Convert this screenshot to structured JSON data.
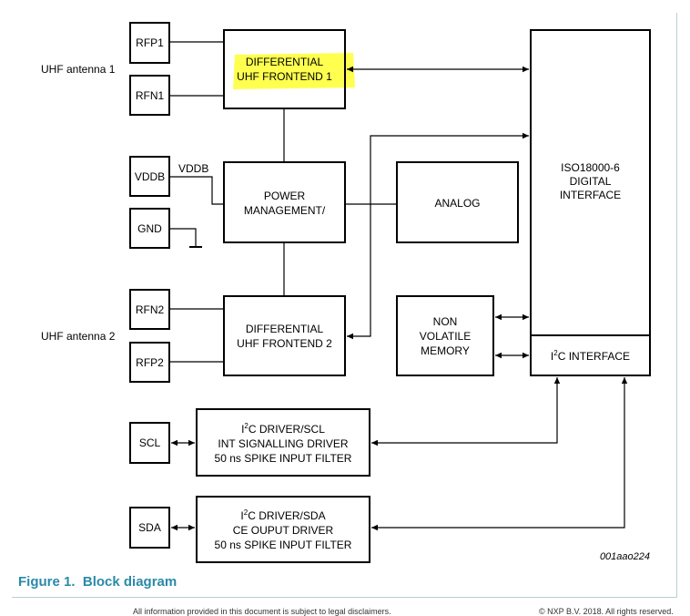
{
  "figure": {
    "caption_label": "Figure 1.",
    "caption_title": "Block diagram",
    "figure_code": "001aao224"
  },
  "labels": {
    "antenna1": "UHF antenna 1",
    "antenna2": "UHF antenna 2",
    "vddb_wire": "VDDB"
  },
  "pins": {
    "rfp1": "RFP1",
    "rfn1": "RFN1",
    "vddb": "VDDB",
    "gnd": "GND",
    "rfn2": "RFN2",
    "rfp2": "RFP2",
    "scl": "SCL",
    "sda": "SDA"
  },
  "blocks": {
    "frontend1": [
      "DIFFERENTIAL",
      "UHF FRONTEND 1"
    ],
    "power": [
      "POWER",
      "MANAGEMENT/"
    ],
    "analog": [
      "ANALOG"
    ],
    "frontend2": [
      "DIFFERENTIAL",
      "UHF FRONTEND 2"
    ],
    "memory": [
      "NON",
      "VOLATILE",
      "MEMORY"
    ],
    "digital": [
      "ISO18000-6",
      "DIGITAL",
      "INTERFACE"
    ],
    "i2c_interface": {
      "prefix": "I",
      "sup": "2",
      "rest": "C INTERFACE"
    },
    "scl_driver": {
      "line1_prefix": "I",
      "line1_sup": "2",
      "line1_rest": "C DRIVER/SCL",
      "line2": "INT SIGNALLING DRIVER",
      "line3": "50 ns SPIKE INPUT FILTER"
    },
    "sda_driver": {
      "line1_prefix": "I",
      "line1_sup": "2",
      "line1_rest": "C DRIVER/SDA",
      "line2": "CE OUPUT DRIVER",
      "line3": "50 ns SPIKE INPUT FILTER"
    }
  },
  "footer": {
    "left": "All information provided in this document is subject to legal disclaimers.",
    "right": "© NXP B.V. 2018. All rights reserved."
  },
  "colors": {
    "highlight": "#ffff3c",
    "caption": "#2a8aa8",
    "frame": "#b9cfd6"
  }
}
